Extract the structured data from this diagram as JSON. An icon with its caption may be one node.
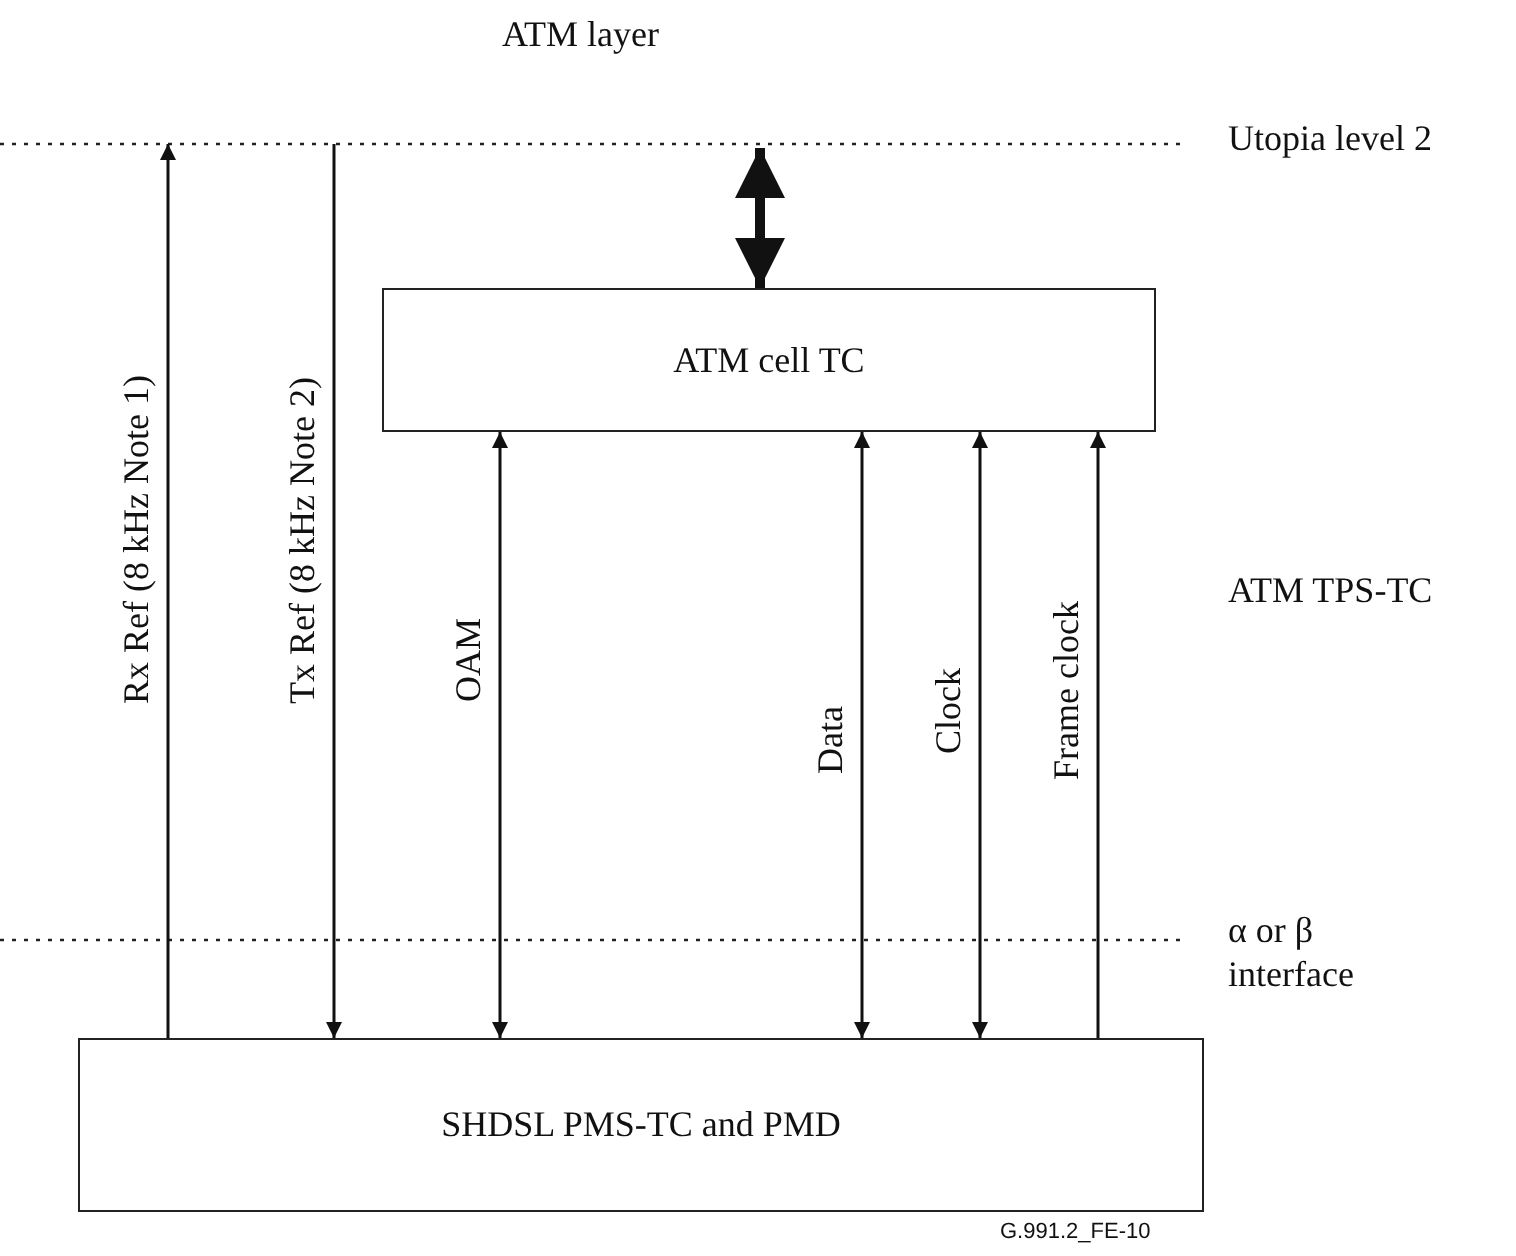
{
  "diagram": {
    "nodes": [
      {
        "text": [
          "ATM cell TC"
        ]
      },
      {
        "text": [
          "SHDSL PMS-TC and PMD"
        ]
      }
    ],
    "edges": [
      {
        "from": 1,
        "to": null,
        "arrow": "to",
        "label": "Rx Ref (8 kHz Note 1)"
      },
      {
        "from": null,
        "to": 1,
        "arrow": "to",
        "label": "Tx Ref (8 kHz Note 2)"
      },
      {
        "from": null,
        "to": 0,
        "arrow": "both",
        "style": "thick"
      },
      {
        "from": 0,
        "to": 1,
        "arrow": "both",
        "label": "OAM"
      },
      {
        "from": 0,
        "to": 1,
        "arrow": "both",
        "label": "Data"
      },
      {
        "from": 0,
        "to": 1,
        "arrow": "both",
        "label": "Clock"
      },
      {
        "from": 1,
        "to": 0,
        "arrow": "to",
        "label": "Frame clock"
      }
    ],
    "labels": [
      "ATM layer",
      "Utopia level 2",
      "ATM TPS-TC",
      "α or β interface",
      "G.991.2_FE-10"
    ]
  }
}
